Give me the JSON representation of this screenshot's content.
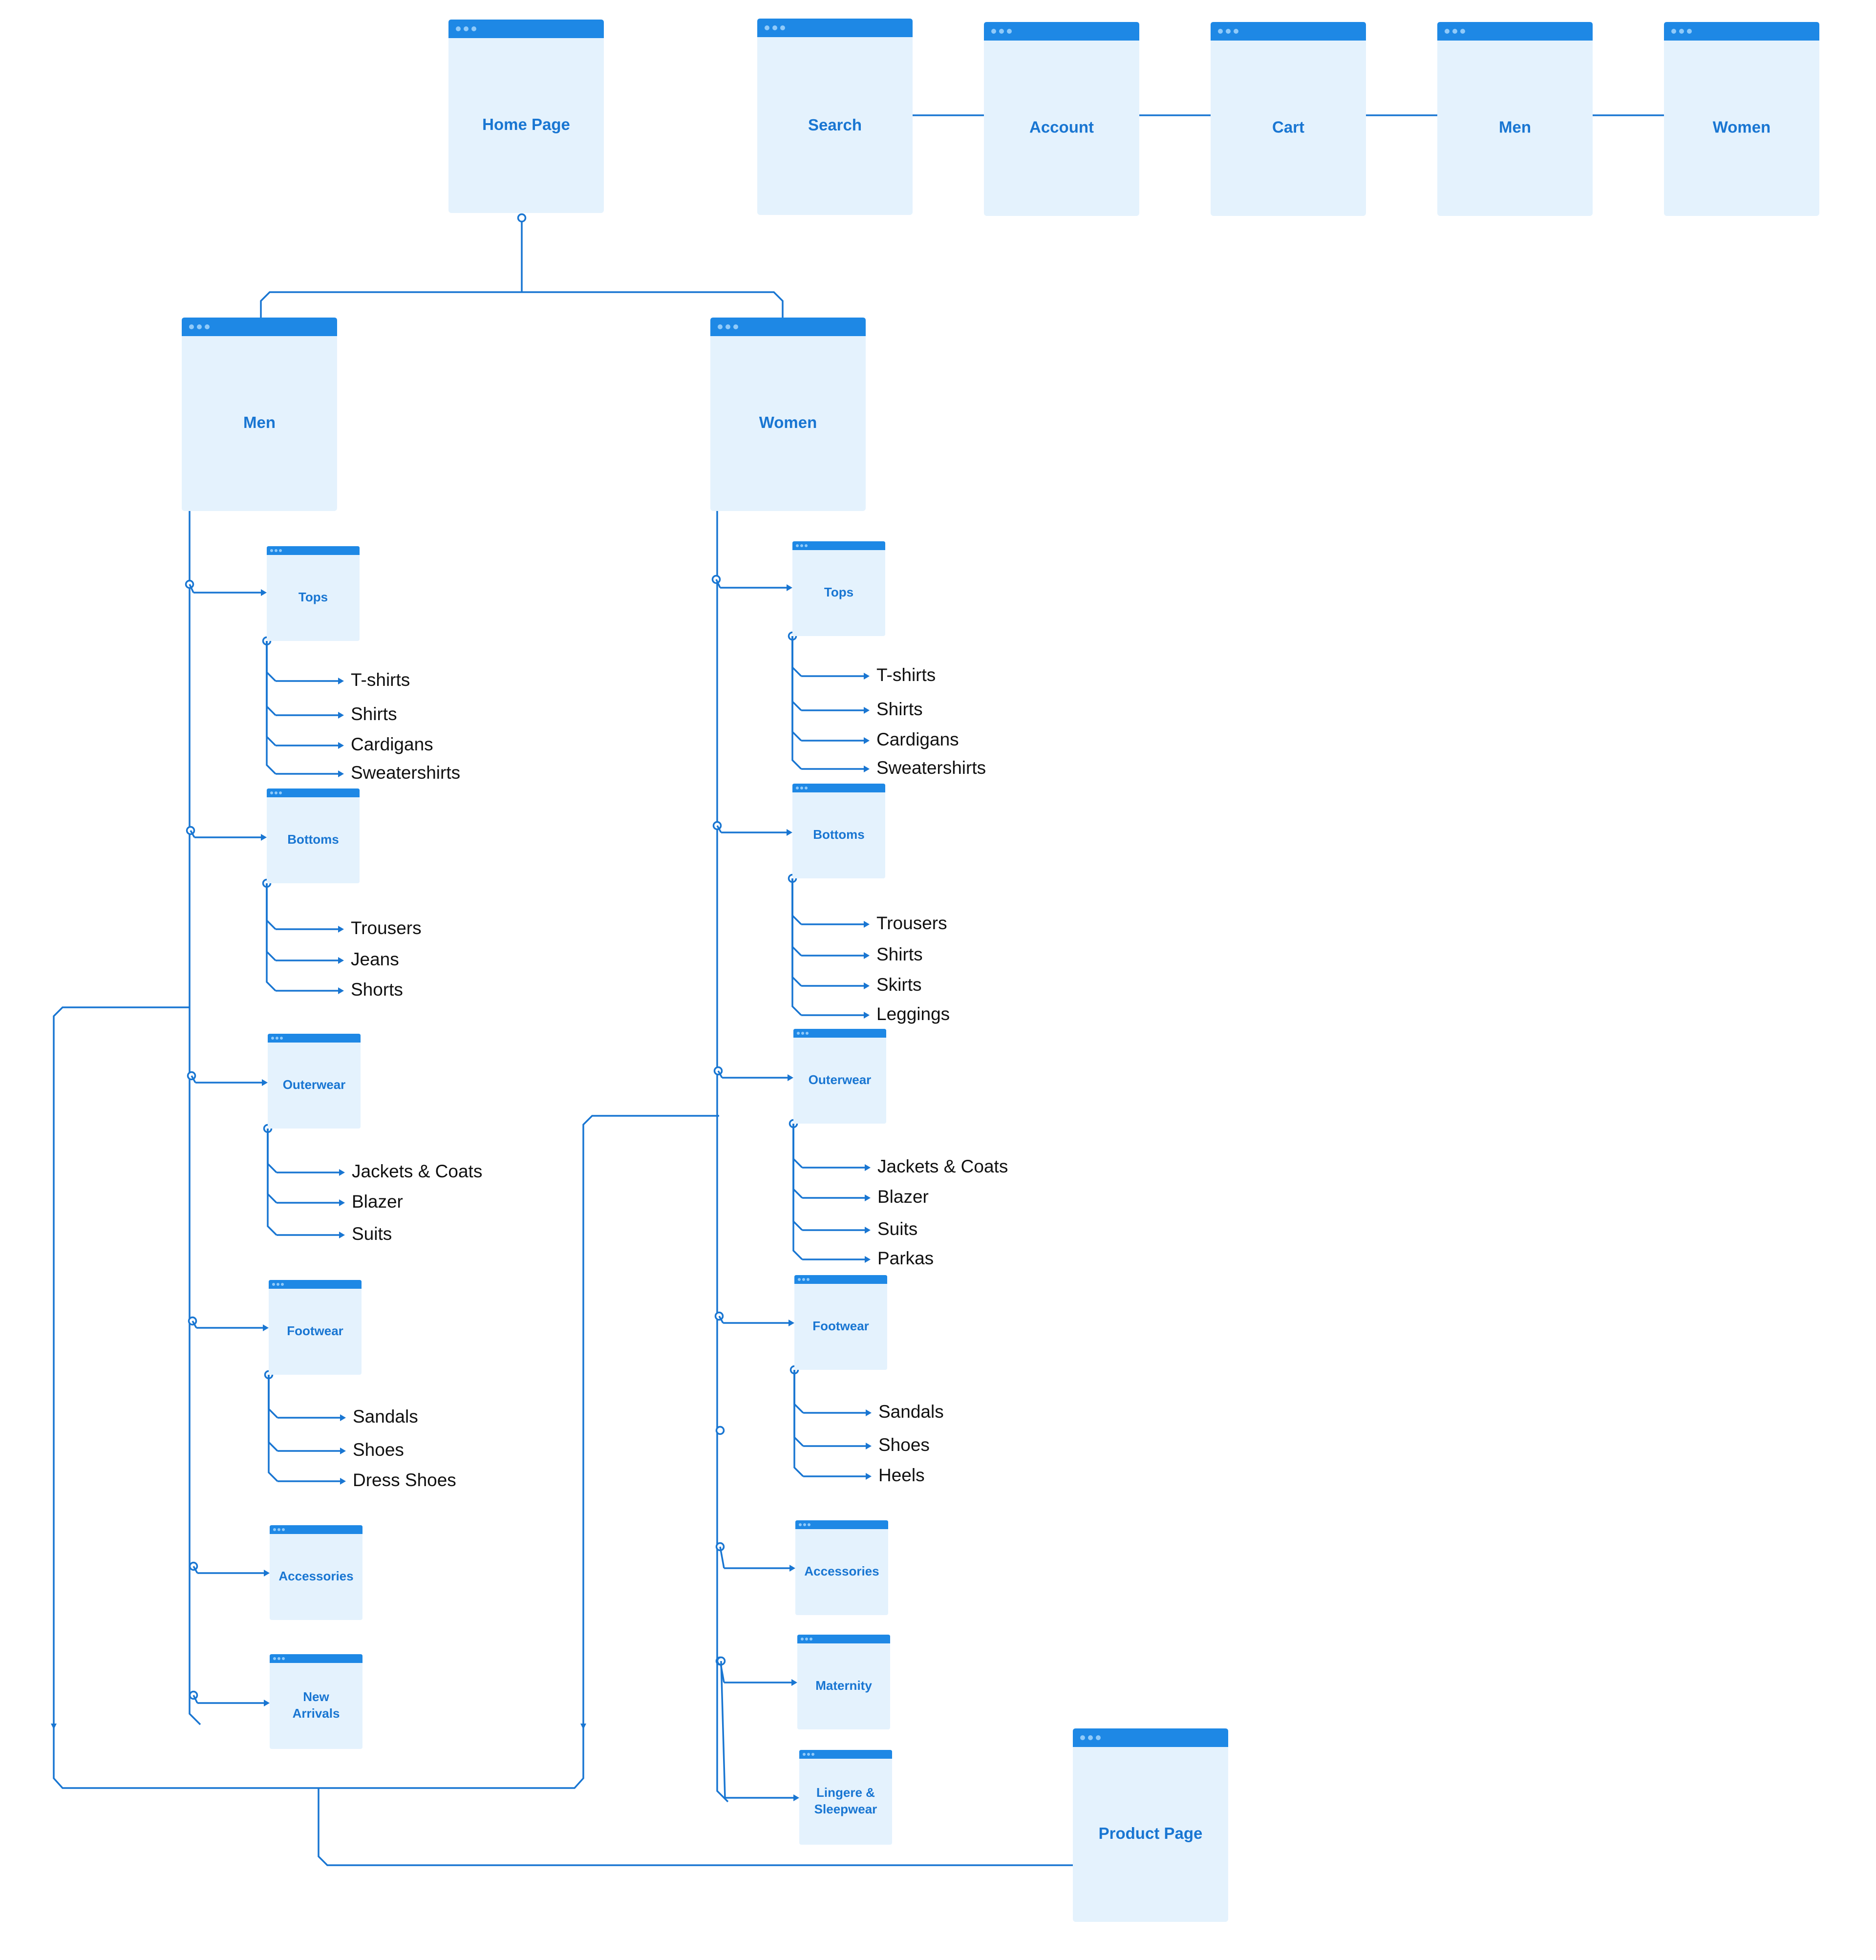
{
  "colors": {
    "accent": "#1e88e5",
    "box_fill": "#e4f2fd",
    "label": "#1976d2",
    "line": "#1976d2",
    "item_text": "#111111"
  },
  "top_row": [
    {
      "name": "home",
      "label": "Home Page"
    },
    {
      "name": "search",
      "label": "Search"
    },
    {
      "name": "account",
      "label": "Account"
    },
    {
      "name": "cart",
      "label": "Cart"
    },
    {
      "name": "men-nav",
      "label": "Men"
    },
    {
      "name": "women-nav",
      "label": "Women"
    }
  ],
  "sections": {
    "men": {
      "label": "Men",
      "categories": [
        {
          "name": "men-tops",
          "label": "Tops",
          "items": [
            "T-shirts",
            "Shirts",
            "Cardigans",
            "Sweatershirts"
          ]
        },
        {
          "name": "men-bottoms",
          "label": "Bottoms",
          "items": [
            "Trousers",
            "Jeans",
            "Shorts"
          ]
        },
        {
          "name": "men-outerwear",
          "label": "Outerwear",
          "items": [
            "Jackets & Coats",
            "Blazer",
            "Suits"
          ]
        },
        {
          "name": "men-footwear",
          "label": "Footwear",
          "items": [
            "Sandals",
            "Shoes",
            "Dress Shoes"
          ]
        },
        {
          "name": "men-accessories",
          "label": "Accessories",
          "items": []
        },
        {
          "name": "men-new-arrivals",
          "label": "New Arrivals",
          "items": []
        }
      ]
    },
    "women": {
      "label": "Women",
      "categories": [
        {
          "name": "women-tops",
          "label": "Tops",
          "items": [
            "T-shirts",
            "Shirts",
            "Cardigans",
            "Sweatershirts"
          ]
        },
        {
          "name": "women-bottoms",
          "label": "Bottoms",
          "items": [
            "Trousers",
            "Shirts",
            "Skirts",
            "Leggings"
          ]
        },
        {
          "name": "women-outerwear",
          "label": "Outerwear",
          "items": [
            "Jackets & Coats",
            "Blazer",
            "Suits",
            "Parkas"
          ]
        },
        {
          "name": "women-footwear",
          "label": "Footwear",
          "items": [
            "Sandals",
            "Shoes",
            "Heels"
          ]
        },
        {
          "name": "women-accessories",
          "label": "Accessories",
          "items": []
        },
        {
          "name": "women-maternity",
          "label": "Maternity",
          "items": []
        },
        {
          "name": "women-lingerie",
          "label": "Lingere & Sleepwear",
          "items": []
        }
      ]
    }
  },
  "product_page": {
    "label": "Product Page"
  }
}
